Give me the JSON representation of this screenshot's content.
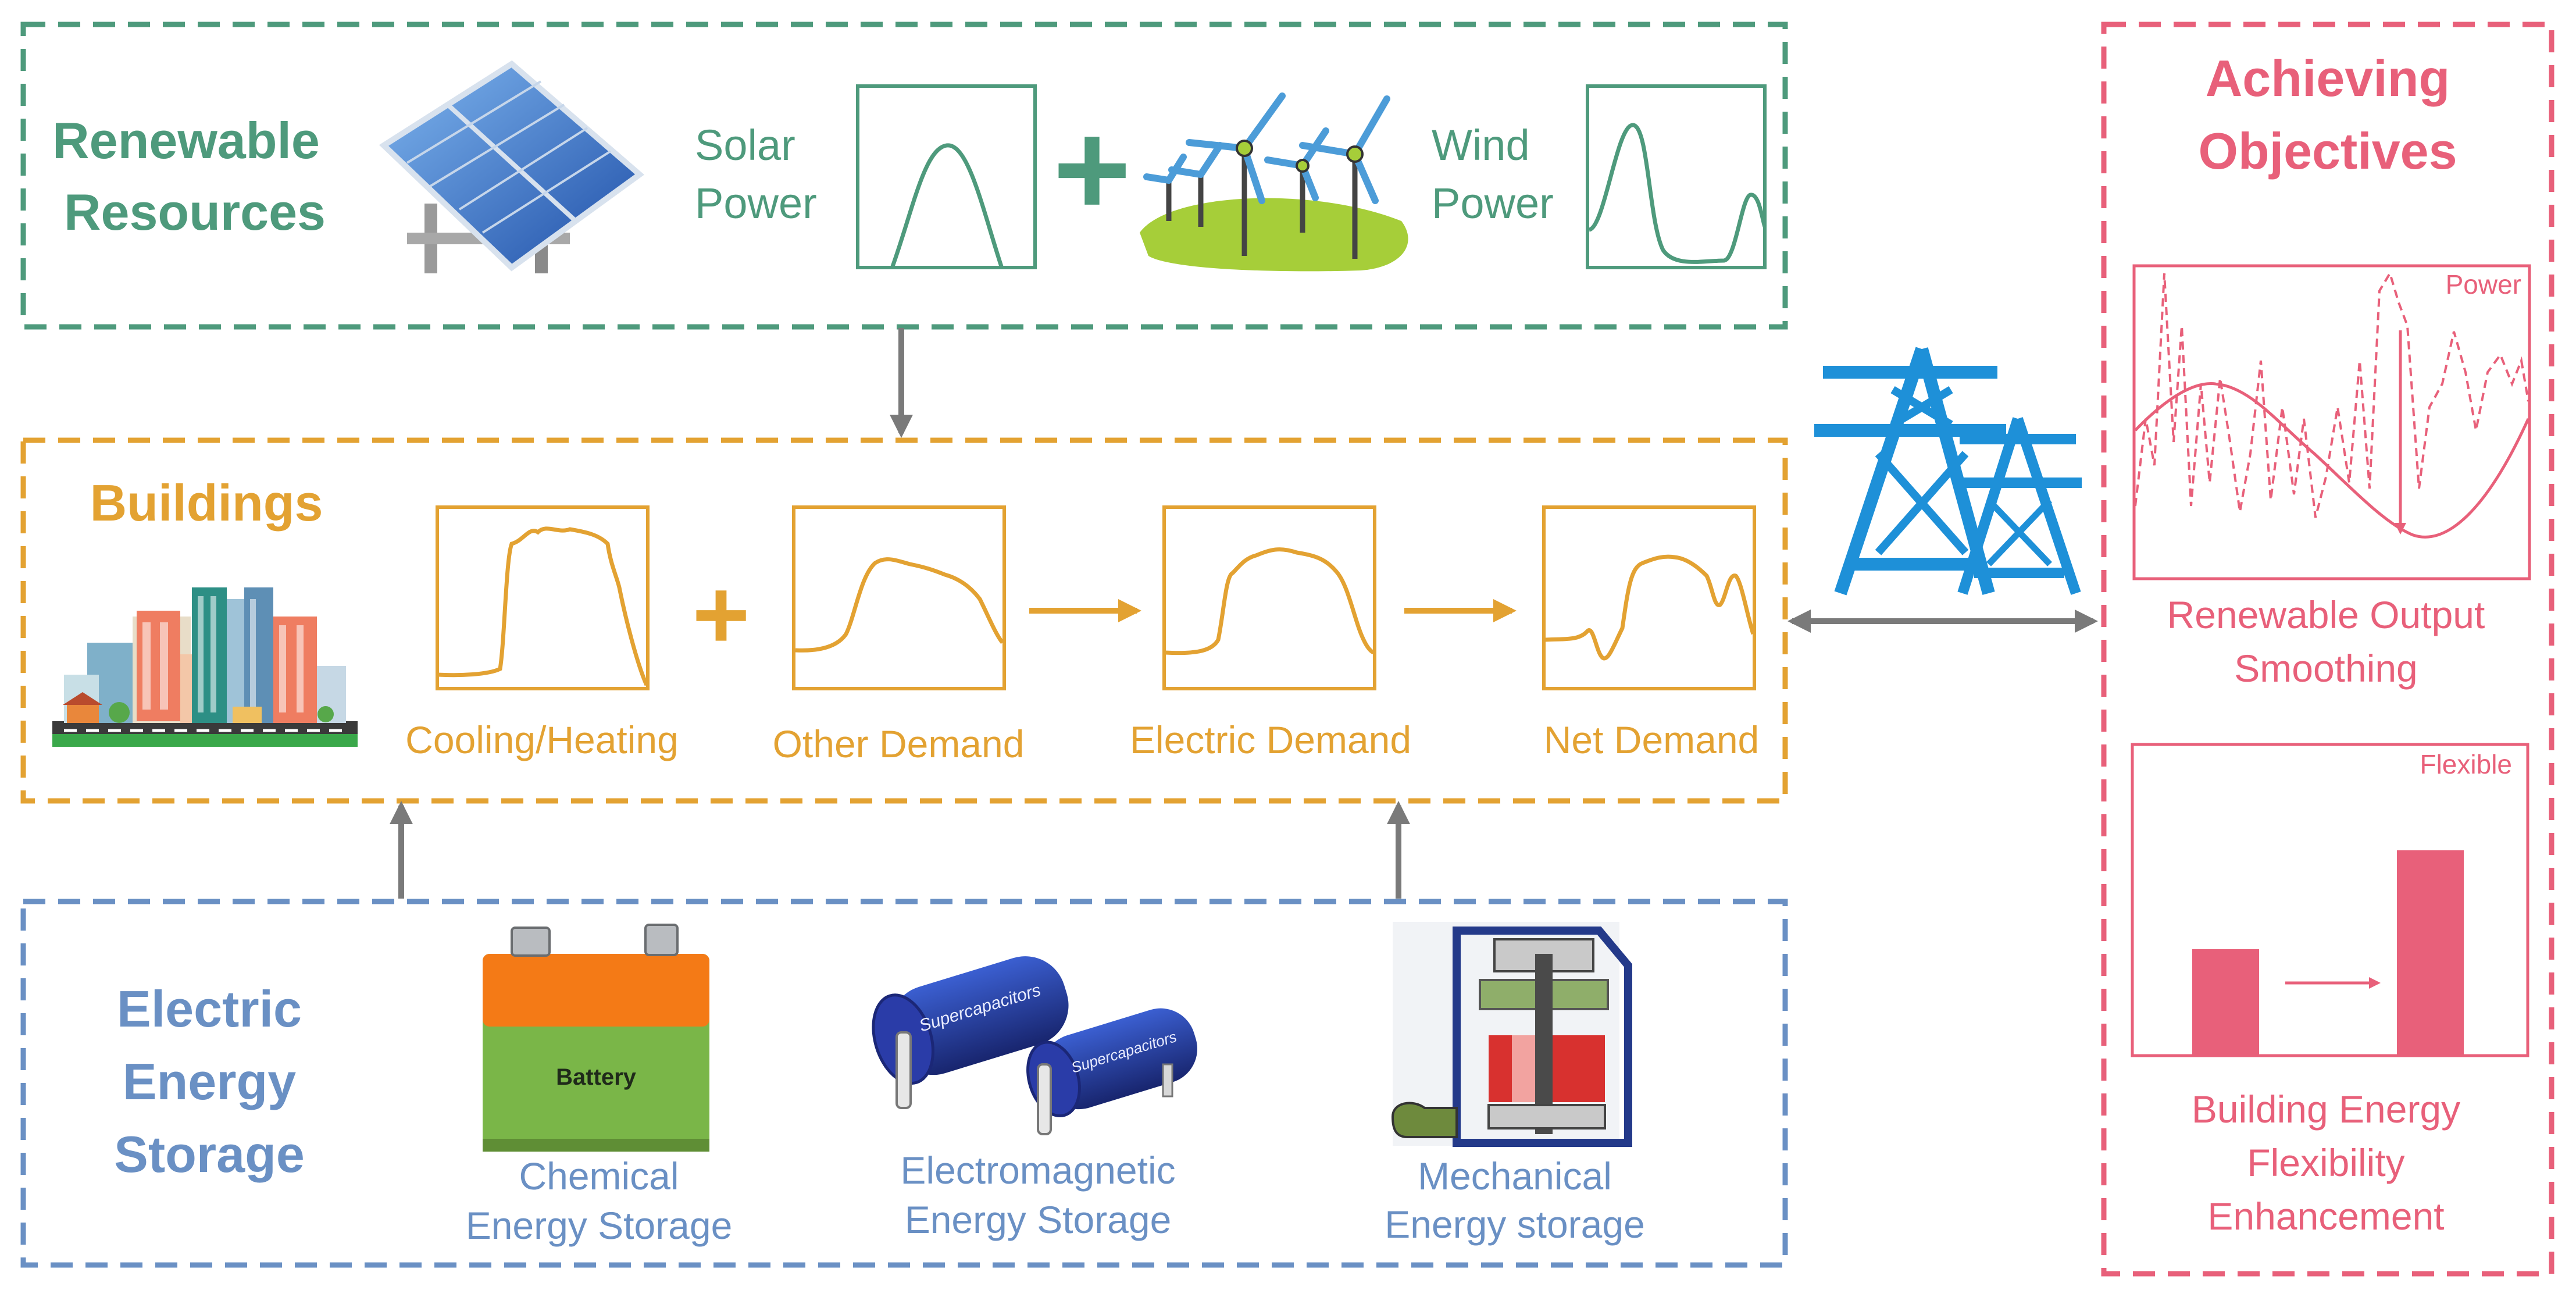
{
  "colors": {
    "green": "#4e9a7c",
    "orange": "#e3a232",
    "blue": "#6a90c4",
    "pink": "#e8607a",
    "gray": "#7a7a7a",
    "tower": "#1e90d8"
  },
  "renewable": {
    "title_line1": "Renewable",
    "title_line2": "Resources",
    "solar_line1": "Solar",
    "solar_line2": "Power",
    "plus": "+",
    "wind_line1": "Wind",
    "wind_line2": "Power"
  },
  "buildings": {
    "title": "Buildings",
    "plus": "+",
    "panels": [
      {
        "label": "Cooling/Heating"
      },
      {
        "label": "Other Demand"
      },
      {
        "label": "Electric Demand"
      },
      {
        "label": "Net Demand"
      }
    ]
  },
  "storage": {
    "title_line1": "Electric",
    "title_line2": "Energy",
    "title_line3": "Storage",
    "battery_text": "Battery",
    "supercap_text": "Supercapacitors",
    "chemical_line1": "Chemical",
    "chemical_line2": "Energy Storage",
    "em_line1": "Electromagnetic",
    "em_line2": "Energy Storage",
    "mech_line1": "Mechanical",
    "mech_line2": "Energy storage"
  },
  "objectives": {
    "title_line1": "Achieving",
    "title_line2": "Objectives",
    "chart1_corner": "Power",
    "chart1_line1": "Renewable Output",
    "chart1_line2": "Smoothing",
    "chart2_corner": "Flexible",
    "chart2_line1": "Building Energy",
    "chart2_line2": "Flexibility",
    "chart2_line3": "Enhancement"
  }
}
